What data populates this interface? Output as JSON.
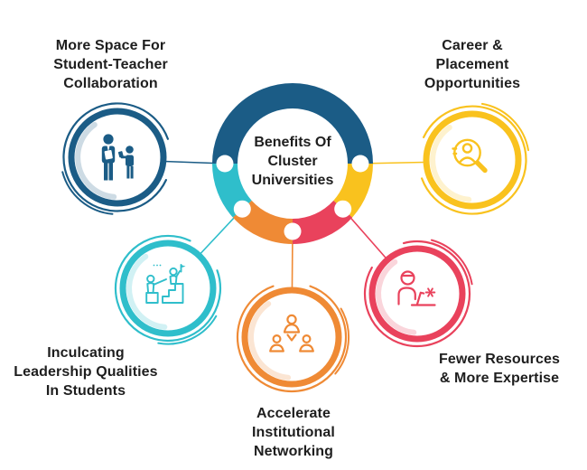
{
  "hub": {
    "title": "Benefits Of Cluster Universities",
    "title_lines": [
      "Benefits Of",
      "Cluster",
      "Universities"
    ]
  },
  "nodes": [
    {
      "id": "collaboration",
      "label": "More Space For Student-Teacher Collaboration",
      "label_lines": [
        "More Space For",
        "Student-Teacher",
        "Collaboration"
      ],
      "color": "#1B5C86",
      "icon": "teacher-student-icon"
    },
    {
      "id": "career",
      "label": "Career & Placement Opportunities",
      "label_lines": [
        "Career &",
        "Placement",
        "Opportunities"
      ],
      "color": "#F9C21E",
      "icon": "person-search-icon"
    },
    {
      "id": "leadership",
      "label": "Inculcating Leadership Qualities In Students",
      "label_lines": [
        "Inculcating",
        "Leadership Qualities",
        "In Students"
      ],
      "color": "#2FBECB",
      "icon": "leadership-stairs-icon"
    },
    {
      "id": "networking",
      "label": "Accelerate Institutional Networking",
      "label_lines": [
        "Accelerate",
        "Institutional",
        "Networking"
      ],
      "color": "#EF8A35",
      "icon": "people-network-icon"
    },
    {
      "id": "expertise",
      "label": "Fewer Resources & More Expertise",
      "label_lines": [
        "Fewer Resources",
        "& More Expertise"
      ],
      "color": "#E9425C",
      "icon": "person-laptop-gear-icon"
    }
  ],
  "colors": {
    "background": "#FFFFFF",
    "text": "#1E1E1E"
  }
}
